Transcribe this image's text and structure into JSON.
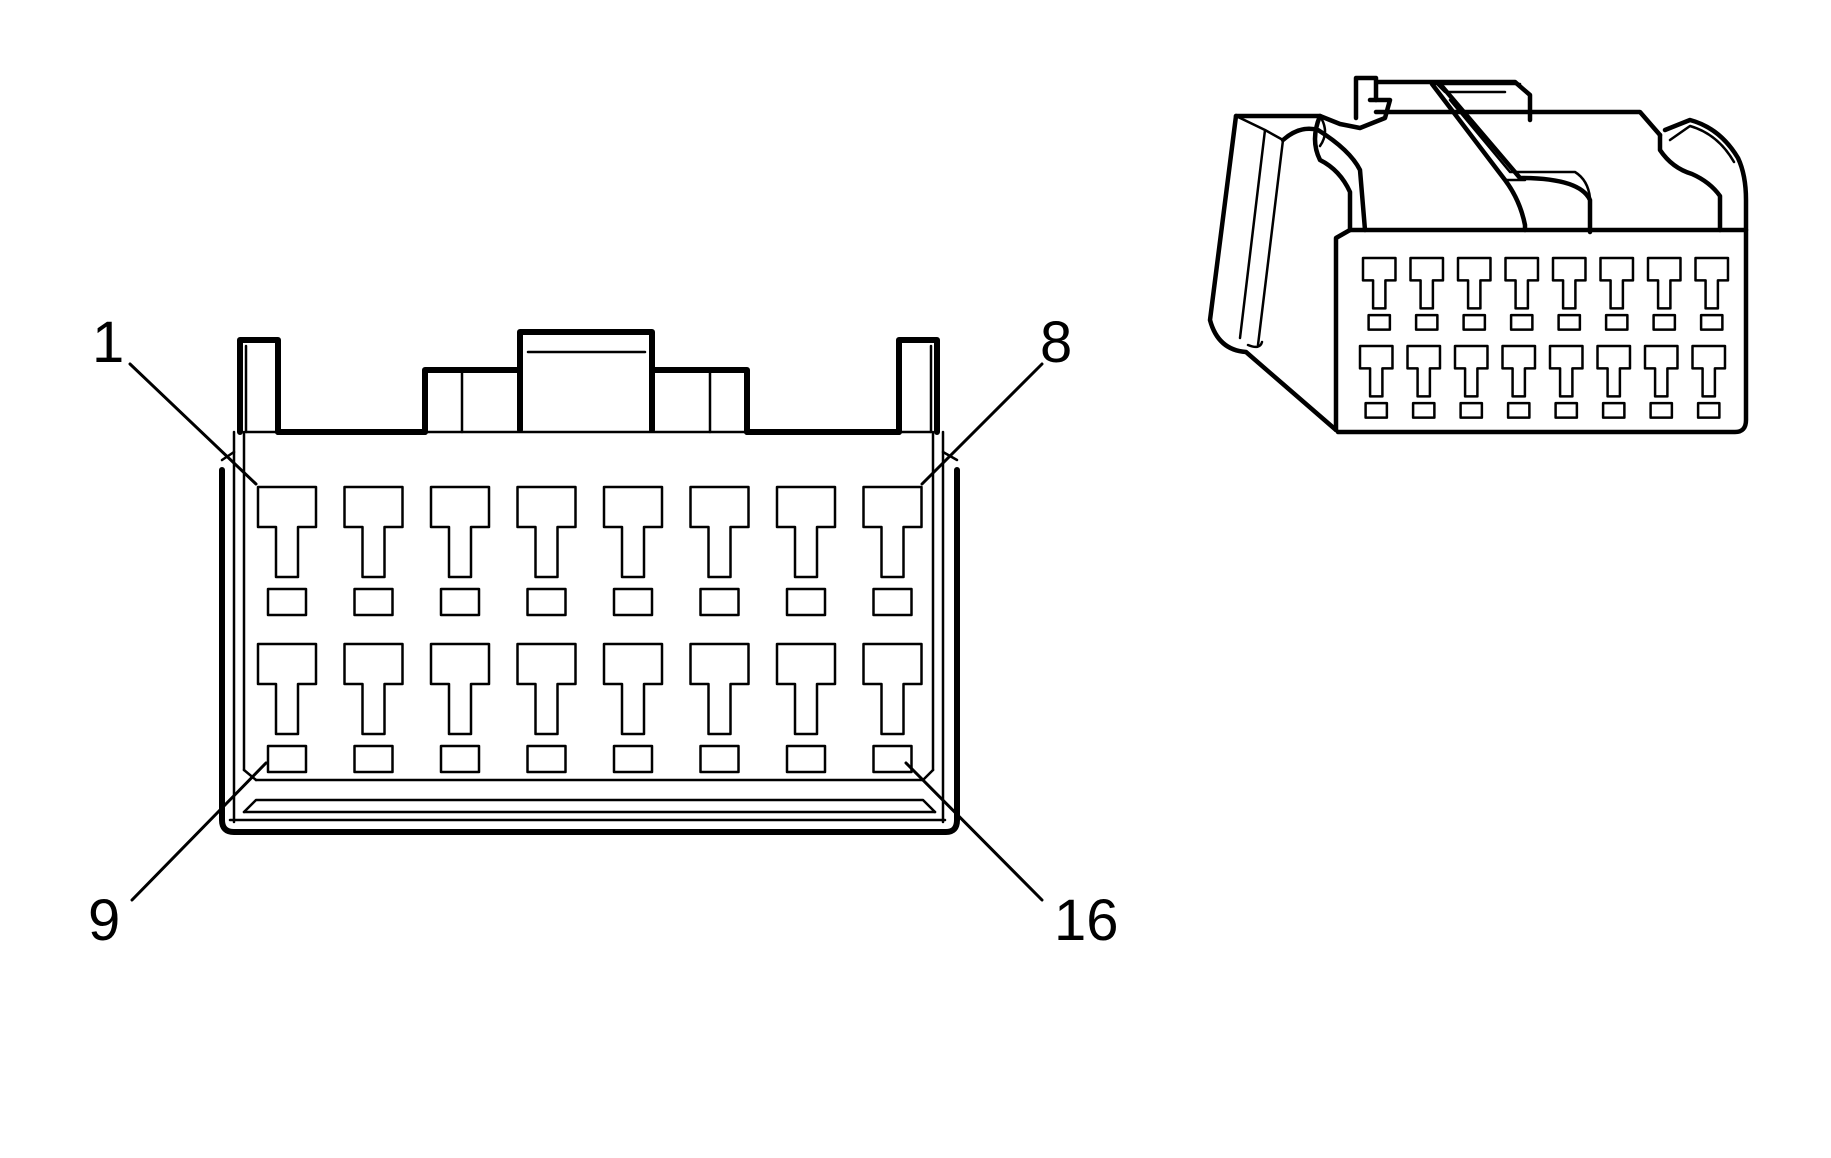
{
  "connector": {
    "pin_labels": {
      "top_left": "1",
      "top_right": "8",
      "bottom_left": "9",
      "bottom_right": "16"
    },
    "rows": 2,
    "cavities_per_row": 8
  },
  "colors": {
    "line": "#000000",
    "background": "#ffffff"
  }
}
